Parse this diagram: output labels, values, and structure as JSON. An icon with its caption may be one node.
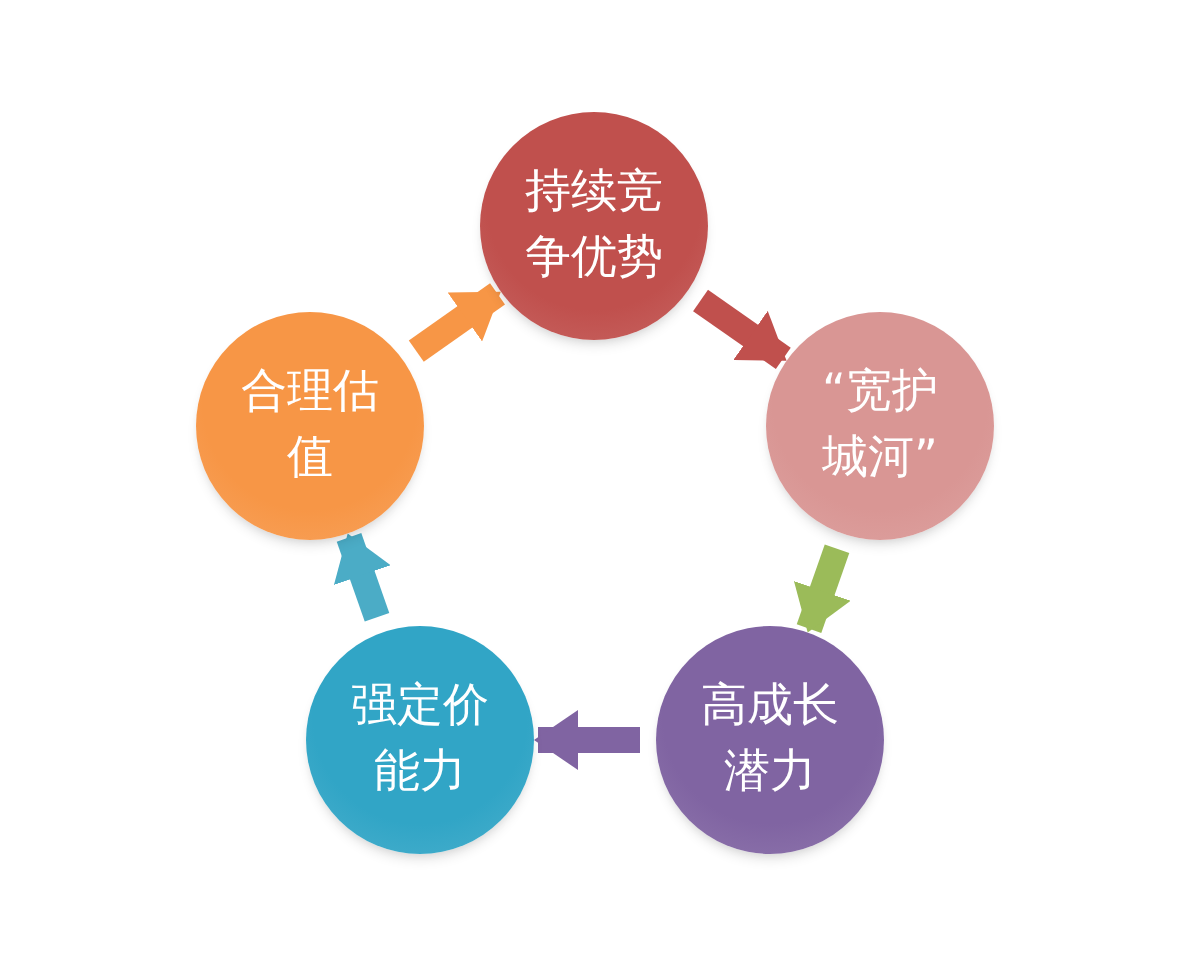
{
  "diagram": {
    "nodes": [
      {
        "text": [
          "持续竞争优势"
        ]
      },
      {
        "text": [
          "“宽护城河”"
        ]
      },
      {
        "text": [
          "高成长潜力"
        ]
      },
      {
        "text": [
          "强定价能力"
        ]
      },
      {
        "text": [
          "合理估值"
        ]
      }
    ],
    "edges": [
      {
        "from": 0,
        "to": 1,
        "arrow": "to",
        "color": "#c0504d"
      },
      {
        "from": 1,
        "to": 2,
        "arrow": "to",
        "color": "#9bbb59"
      },
      {
        "from": 2,
        "to": 3,
        "arrow": "to",
        "color": "#8064a2"
      },
      {
        "from": 3,
        "to": 4,
        "arrow": "to",
        "color": "#4bacc6"
      },
      {
        "from": 4,
        "to": 0,
        "arrow": "to",
        "color": "#f79646"
      }
    ]
  }
}
